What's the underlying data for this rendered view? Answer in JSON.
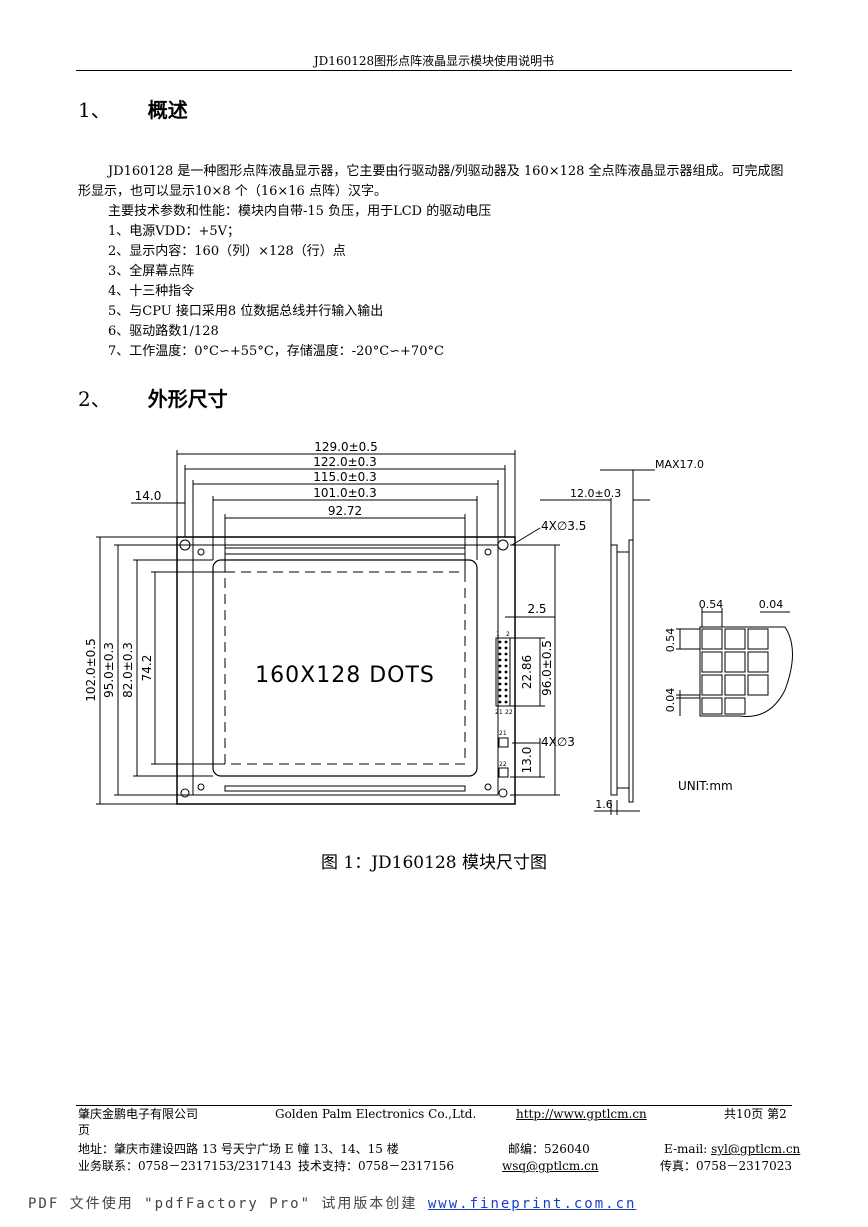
{
  "header": {
    "title": "JD160128图形点阵液晶显示模块使用说明书"
  },
  "section1": {
    "number": "1、",
    "title": "概述",
    "intro": "JD160128 是一种图形点阵液晶显示器，它主要由行驱动器/列驱动器及 160×128 全点阵液晶显示器组成。可完成图形显示，也可以显示10×8 个（16×16 点阵）汉字。",
    "params_title": "主要技术参数和性能：模块内自带-15 负压，用于LCD 的驱动电压",
    "items": [
      "1、电源VDD：+5V；",
      "2、显示内容：160（列）×128（行）点",
      "3、全屏幕点阵",
      "4、十三种指令",
      "5、与CPU 接口采用8 位数据总线并行输入输出",
      "6、驱动路数1/128",
      "7、工作温度：0°C∽+55°C，存储温度：-20°C∽+70°C"
    ]
  },
  "section2": {
    "number": "2、",
    "title": "外形尺寸"
  },
  "drawing": {
    "dims_top": [
      "129.0±0.5",
      "122.0±0.3",
      "115.0±0.3",
      "101.0±0.3",
      "92.72"
    ],
    "dim_left_offset": "14.0",
    "dims_left": [
      "102.0±0.5",
      "95.0±0.3",
      "82.0±0.3",
      "74.2"
    ],
    "hole_top": "4X∅3.5",
    "hole_bottom": "4X∅3",
    "dim_pin_pitch": "2.5",
    "dim_pin_span": "22.86",
    "dim_right_height": "96.0±0.5",
    "dim_bottom_right": "13.0",
    "pin_labels": [
      "1",
      "2",
      "21",
      "22",
      "21",
      "22"
    ],
    "display_label": "160X128 DOTS",
    "side_thickness": "12.0±0.3",
    "side_max": "MAX17.0",
    "side_pcb": "1.6",
    "pixel_dims": [
      "0.54",
      "0.04",
      "0.54",
      "0.04"
    ],
    "unit": "UNIT:mm"
  },
  "caption": "图 1：JD160128 模块尺寸图",
  "footer": {
    "company_cn": "肇庆金鹏电子有限公司",
    "company_en": "Golden  Palm  Electronics  Co.,Ltd.",
    "website": "http://www.gptlcm.cn",
    "page_info": "共10页  第2",
    "page_suffix": "页",
    "address": "地址：肇庆市建设四路 13 号天宁广场 E 幢 13、14、15 楼",
    "postcode": "邮编：526040",
    "email_label": "E-mail: ",
    "email": "syl@gptlcm.cn",
    "business": "业务联系：0758－2317153/2317143",
    "tech": "技术支持：0758－2317156",
    "tech_email": "wsq@gptlcm.cn",
    "fax": "传真：0758－2317023"
  },
  "watermark": {
    "text": "PDF 文件使用 \"pdfFactory Pro\" 试用版本创建 ",
    "link": "www.fineprint.com.cn"
  }
}
